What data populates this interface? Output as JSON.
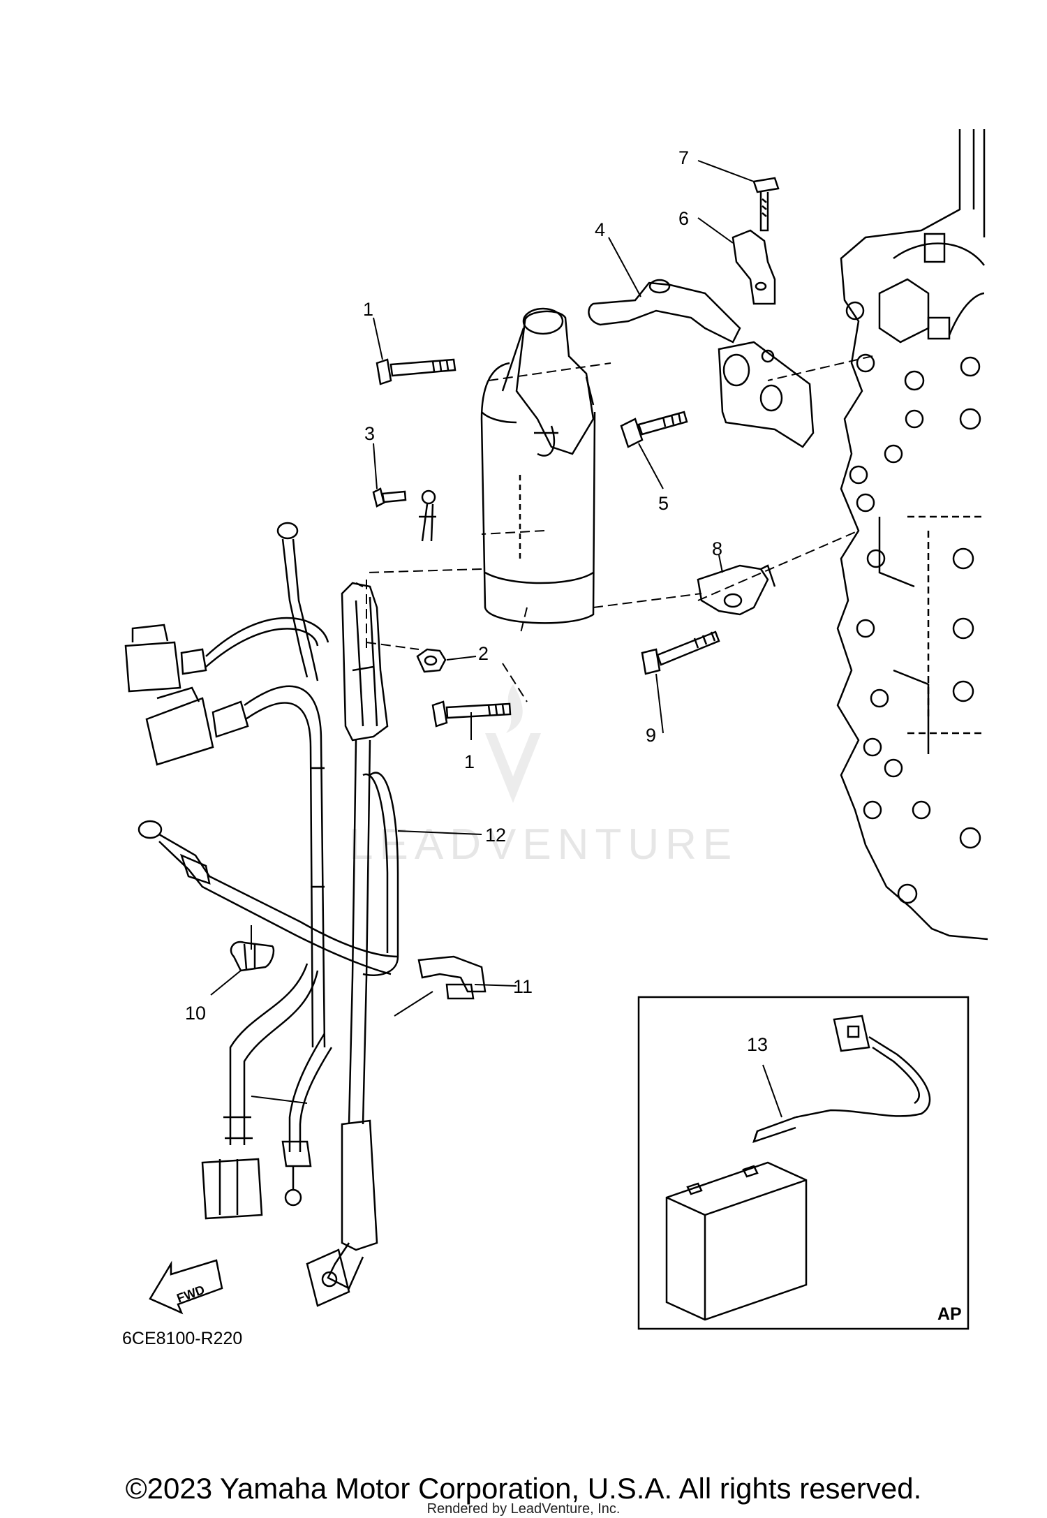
{
  "diagram": {
    "callouts": [
      "1",
      "1",
      "2",
      "3",
      "4",
      "5",
      "6",
      "7",
      "8",
      "9",
      "10",
      "11",
      "12",
      "13"
    ],
    "drawing_code": "6CE8100-R220",
    "inset_label": "AP",
    "fwd_label": "FWD",
    "watermark": "LEADVENTURE"
  },
  "footer": {
    "copyright": "©2023 Yamaha Motor Corporation, U.S.A. All rights reserved.",
    "rendered_by": "Rendered by LeadVenture, Inc."
  }
}
